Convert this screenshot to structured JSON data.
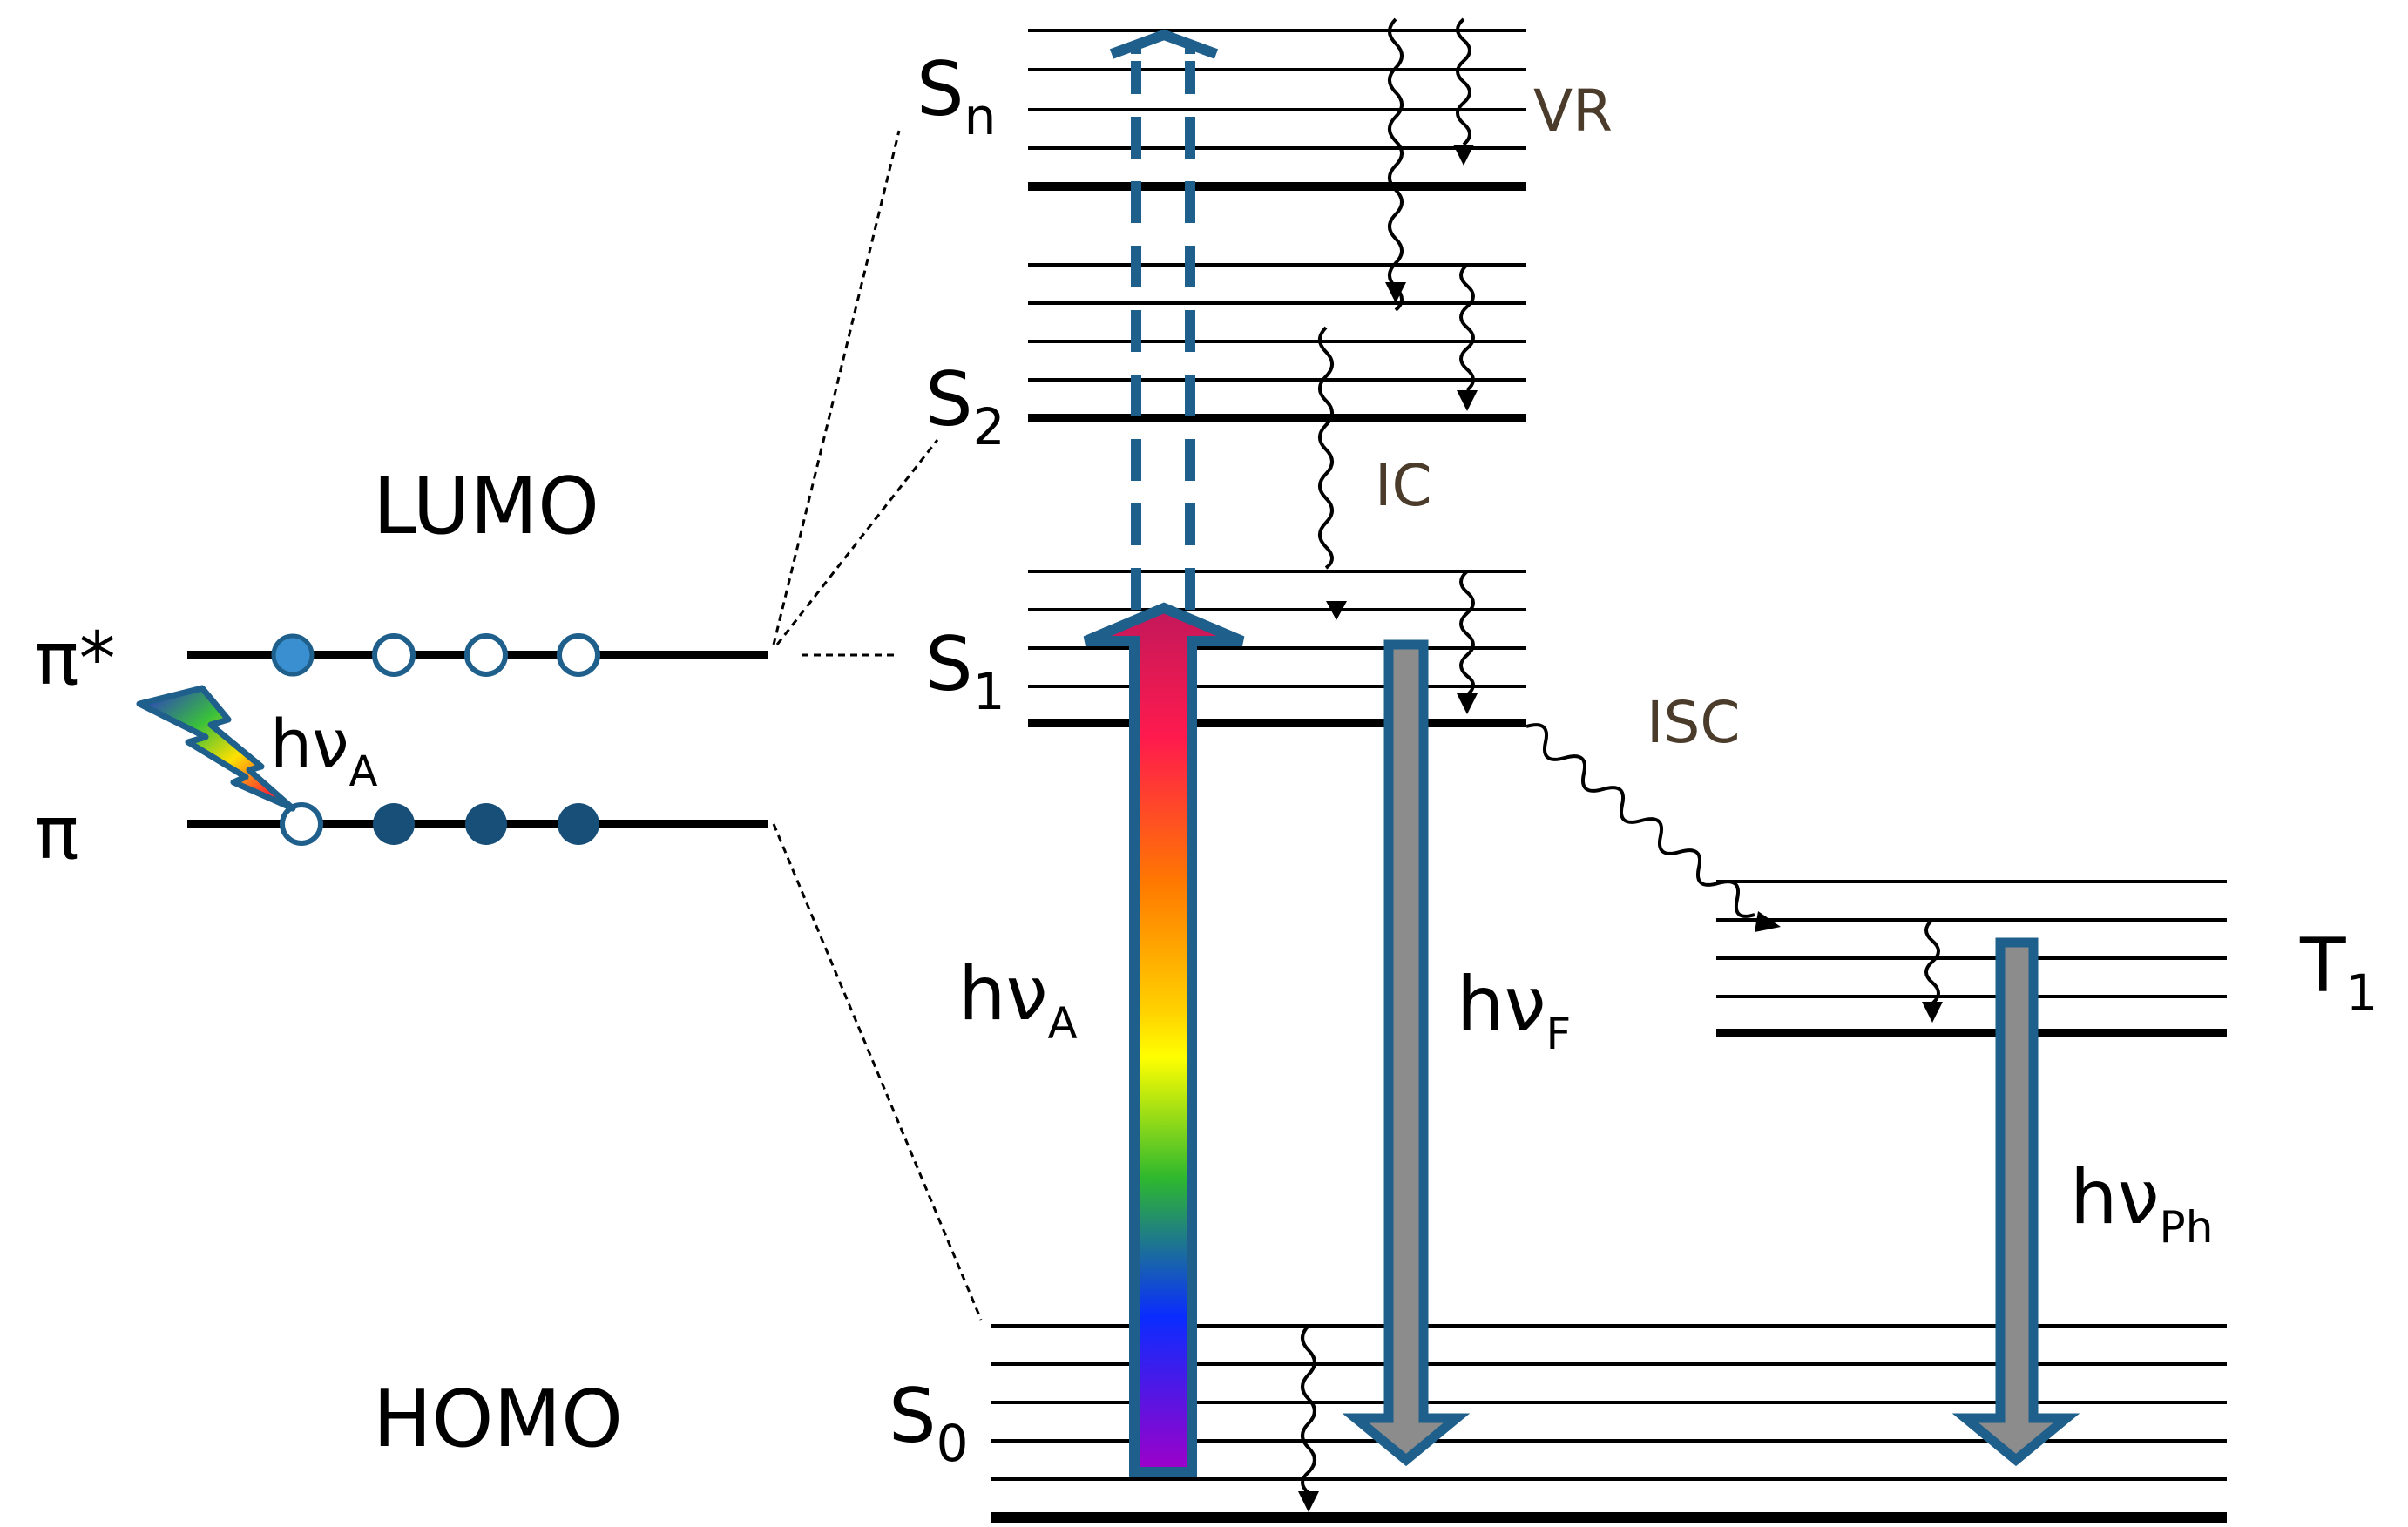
{
  "labels": {
    "lumo": "LUMO",
    "homo": "HOMO",
    "pi_star": "π*",
    "pi": "π",
    "h_nu": "hν",
    "sub_A": "A",
    "sub_F": "F",
    "sub_Ph": "Ph",
    "S_n": "S",
    "sub_n": "n",
    "S_2": "S",
    "sub_2": "2",
    "S_1": "S",
    "sub_1": "1",
    "S_0": "S",
    "sub_0": "0",
    "T_1": "T",
    "sub_T1": "1",
    "vr": "VR",
    "ic": "IC",
    "isc": "ISC"
  },
  "colors": {
    "arrow_blue": "#1f5f8b",
    "filled_electron_light": "#3a8fd0",
    "filled_electron_dark": "#1f5f8b",
    "arrow_gray_fill": "#8c8c8c",
    "rainbow": [
      "#c2185b",
      "#ff1a4d",
      "#ff7a00",
      "#ffd400",
      "#ffff00",
      "#2eb82e",
      "#0a2cff",
      "#a000c8"
    ]
  },
  "electrons": {
    "pi_star": [
      "filled-light",
      "empty",
      "empty",
      "empty"
    ],
    "pi": [
      "empty",
      "filled",
      "filled",
      "filled"
    ]
  }
}
